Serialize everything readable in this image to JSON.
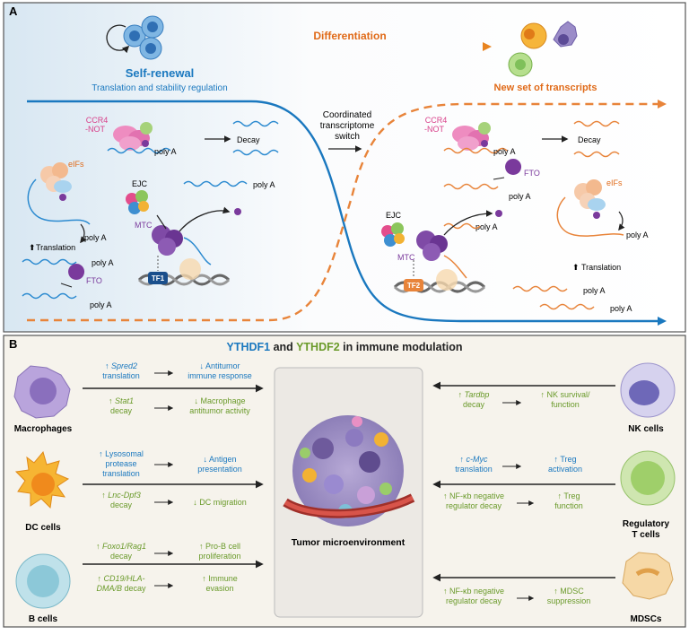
{
  "panelA": {
    "label": "A",
    "differentiation": "Differentiation",
    "self_renewal": "Self-renewal",
    "translation_stability": "Translation and stability regulation",
    "new_transcripts": "New set of transcripts",
    "switch_line1": "Coordinated",
    "switch_line2": "transcriptome",
    "switch_line3": "switch",
    "left": {
      "ccr4_1": "CCR4",
      "ccr4_2": "-NOT",
      "polyA": "poly A",
      "decay": "Decay",
      "eifs": "eIFs",
      "ejc": "EJC",
      "mtc": "MTC",
      "translation": "Translation",
      "fto": "FTO",
      "tf": "TF1"
    },
    "right": {
      "ccr4_1": "CCR4",
      "ccr4_2": "-NOT",
      "polyA": "poly A",
      "decay": "Decay",
      "fto": "FTO",
      "eifs": "eIFs",
      "ejc": "EJC",
      "mtc": "MTC",
      "translation": "Translation",
      "tf": "TF2"
    }
  },
  "panelB": {
    "label": "B",
    "title_y1": "YTHDF1",
    "title_and": " and ",
    "title_y2": "YTHDF2",
    "title_rest": " in immune modulation",
    "center_label": "Tumor microenvironment",
    "cells": {
      "macrophages": "Macrophages",
      "dc": "DC cells",
      "b": "B cells",
      "nk": "NK cells",
      "treg1": "Regulatory",
      "treg2": "T cells",
      "mdsc": "MDSCs"
    },
    "rows": {
      "r1": {
        "gene": "Spred2",
        "rest": " translation",
        "eff1": "Antitumor",
        "eff2": "immune response"
      },
      "r2": {
        "gene": "Stat1",
        "rest": " decay",
        "eff1": "Macrophage",
        "eff2": "antitumor activity"
      },
      "r3": {
        "l1": "Lysosomal",
        "l2": "protease",
        "l3": "translation",
        "eff1": "Antigen",
        "eff2": "presentation"
      },
      "r4": {
        "gene": "Lnc-Dpf3",
        "rest": " decay",
        "eff1": "DC migration"
      },
      "r5": {
        "gene": "Foxo1/Rag1",
        "rest": " decay",
        "eff1": "Pro-B cell",
        "eff2": "proliferation"
      },
      "r6": {
        "gene1": "CD19/HLA-",
        "gene2": "DMA/B",
        "rest": " decay",
        "eff1": "Immune",
        "eff2": "evasion"
      },
      "r7": {
        "gene": "Tardbp",
        "rest": "decay",
        "eff1": "NK survival/",
        "eff2": "function"
      },
      "r8": {
        "gene": "c-Myc",
        "rest": "translation",
        "eff1": "Treg",
        "eff2": "activation"
      },
      "r9": {
        "l1": "NF-κb negative",
        "l2": "regulator decay",
        "eff1": "Treg",
        "eff2": "function"
      },
      "r10": {
        "l1": "NF-κb negative",
        "l2": "regulator decay",
        "eff1": "MDSC",
        "eff2": "suppression"
      }
    }
  },
  "colors": {
    "blue": "#1a78bf",
    "orange": "#e06a18",
    "green": "#6a9a2a",
    "pink": "#d8408a",
    "purple": "#7a3a9c"
  }
}
